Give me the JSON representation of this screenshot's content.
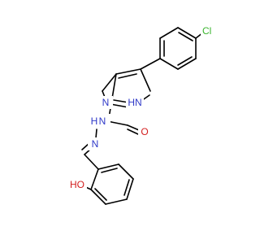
{
  "molecule": {
    "labels": {
      "chlorine": "Cl",
      "pyrazole_n": "N",
      "pyrazole_nh": "HN",
      "amide_nh": "H",
      "hydrazone_n": "N",
      "carbonyl_o": "O",
      "hydroxyl": "HO",
      "amide_n": "N"
    },
    "colors": {
      "bond": "#000000",
      "nitrogen": "#2f39c8",
      "oxygen": "#d31f1f",
      "chlorine": "#38b42c"
    }
  }
}
